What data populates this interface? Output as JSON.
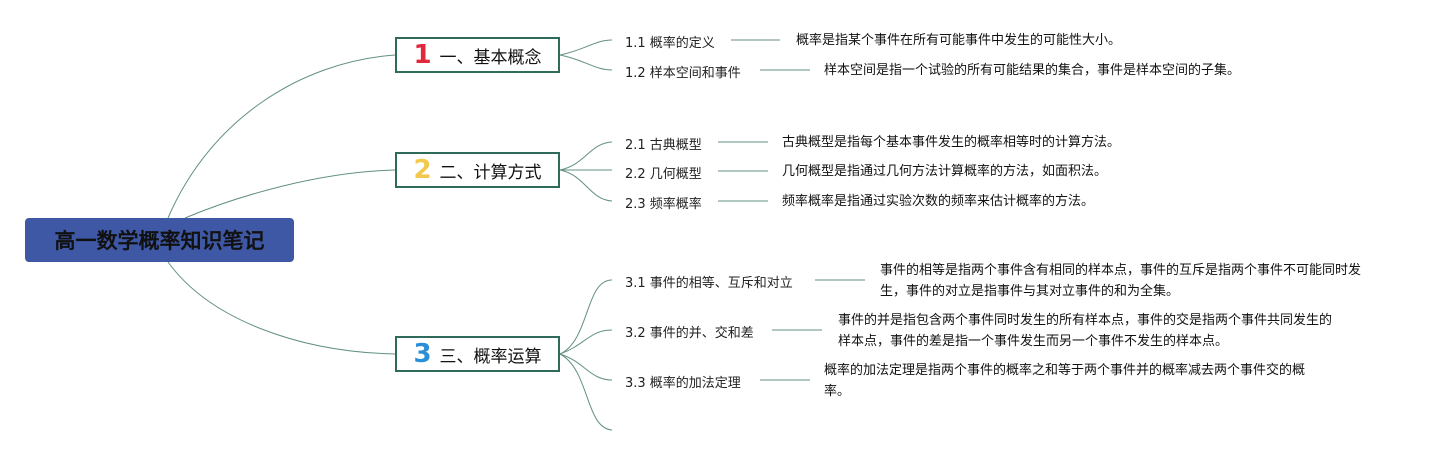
{
  "root": {
    "title": "高一数学概率知识笔记"
  },
  "colors": {
    "root_bg": "#3f58a6",
    "line": "#2e6b5a",
    "num1": "#e0283c",
    "num2": "#f2c94c",
    "num3": "#2a8fd6"
  },
  "branches": [
    {
      "num": "1",
      "label": "一、基本概念",
      "items": [
        {
          "title": "1.1 概率的定义",
          "desc": "概率是指某个事件在所有可能事件中发生的可能性大小。"
        },
        {
          "title": "1.2 样本空间和事件",
          "desc": "样本空间是指一个试验的所有可能结果的集合，事件是样本空间的子集。"
        }
      ]
    },
    {
      "num": "2",
      "label": "二、计算方式",
      "items": [
        {
          "title": "2.1 古典概型",
          "desc": "古典概型是指每个基本事件发生的概率相等时的计算方法。"
        },
        {
          "title": "2.2 几何概型",
          "desc": "几何概型是指通过几何方法计算概率的方法，如面积法。"
        },
        {
          "title": "2.3 频率概率",
          "desc": "频率概率是指通过实验次数的频率来估计概率的方法。"
        }
      ]
    },
    {
      "num": "3",
      "label": "三、概率运算",
      "items": [
        {
          "title": "3.1 事件的相等、互斥和对立",
          "desc": "事件的相等是指两个事件含有相同的样本点，事件的互斥是指两个事件不可能同时发生，事件的对立是指事件与其对立事件的和为全集。"
        },
        {
          "title": "3.2 事件的并、交和差",
          "desc": "事件的并是指包含两个事件同时发生的所有样本点，事件的交是指两个事件共同发生的样本点，事件的差是指一个事件发生而另一个事件不发生的样本点。"
        },
        {
          "title": "3.3 概率的加法定理",
          "desc": "概率的加法定理是指两个事件的概率之和等于两个事件并的概率减去两个事件交的概率。"
        }
      ]
    }
  ]
}
